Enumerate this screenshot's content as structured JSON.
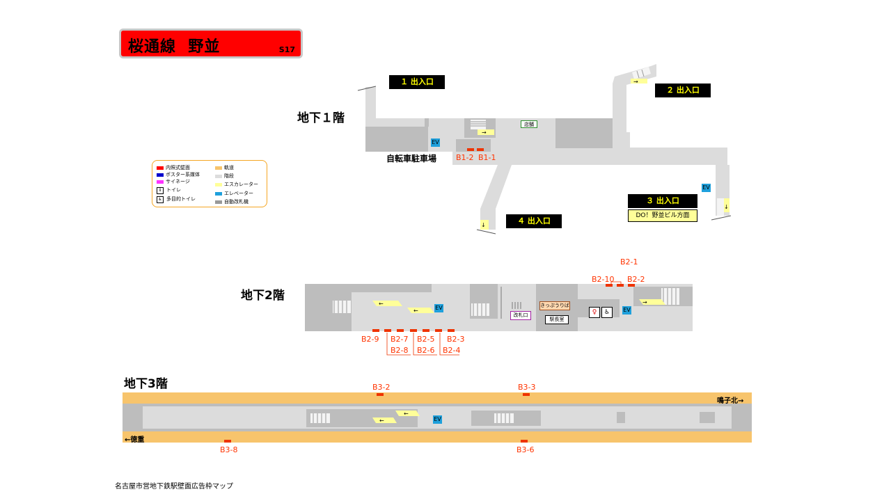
{
  "title": {
    "line": "桜通線",
    "station": "野並",
    "code": "S17"
  },
  "floors": {
    "b1": "地下１階",
    "b2": "地下2階",
    "b3": "地下3階"
  },
  "exits": [
    {
      "label": "１ 出入口"
    },
    {
      "label": "２ 出入口"
    },
    {
      "label": "３ 出入口",
      "destination": "DO！野並ビル方面"
    },
    {
      "label": "４ 出入口"
    }
  ],
  "b1": {
    "bike_parking": "自転車駐車場",
    "shop": "店舗",
    "ev": "EV",
    "slots": [
      "B1-2",
      "B1-1"
    ]
  },
  "b2": {
    "gate": "改札口",
    "lost_found": "きっぷうりば",
    "station_office": "駅長室",
    "ev": "EV",
    "slots_top": [
      "B2-1",
      "B2-10",
      "B2-2"
    ],
    "slots_bottom_row1": [
      "B2-9",
      "B2-7",
      "B2-5",
      "B2-3"
    ],
    "slots_bottom_row2": [
      "B2-8",
      "B2-6",
      "B2-4"
    ]
  },
  "b3": {
    "ev": "EV",
    "slots_top": [
      "B3-2",
      "B3-3"
    ],
    "slots_bottom": [
      "B3-8",
      "B3-6"
    ],
    "dir_right": "鳴子北→",
    "dir_left": "←徳重"
  },
  "legend": {
    "items": [
      {
        "label": "内照式壁面",
        "color": "#ff0000"
      },
      {
        "label": "ポスター系媒体",
        "color": "#0000cc"
      },
      {
        "label": "サイネージ",
        "color": "#ff33ff"
      },
      {
        "label": "トイレ",
        "icon": "toilet-icon"
      },
      {
        "label": "多目的トイレ",
        "icon": "accessible-toilet-icon"
      },
      {
        "label": "軌道",
        "color": "#f7c46c"
      },
      {
        "label": "階段",
        "color": "#dddddd"
      },
      {
        "label": "エスカレーター",
        "color": "#ffff99"
      },
      {
        "label": "エレベーター",
        "color": "#1ea0dc"
      },
      {
        "label": "自動改札機",
        "color": "#999999"
      }
    ]
  },
  "footer": "名古屋市営地下鉄駅壁面広告枠マップ"
}
